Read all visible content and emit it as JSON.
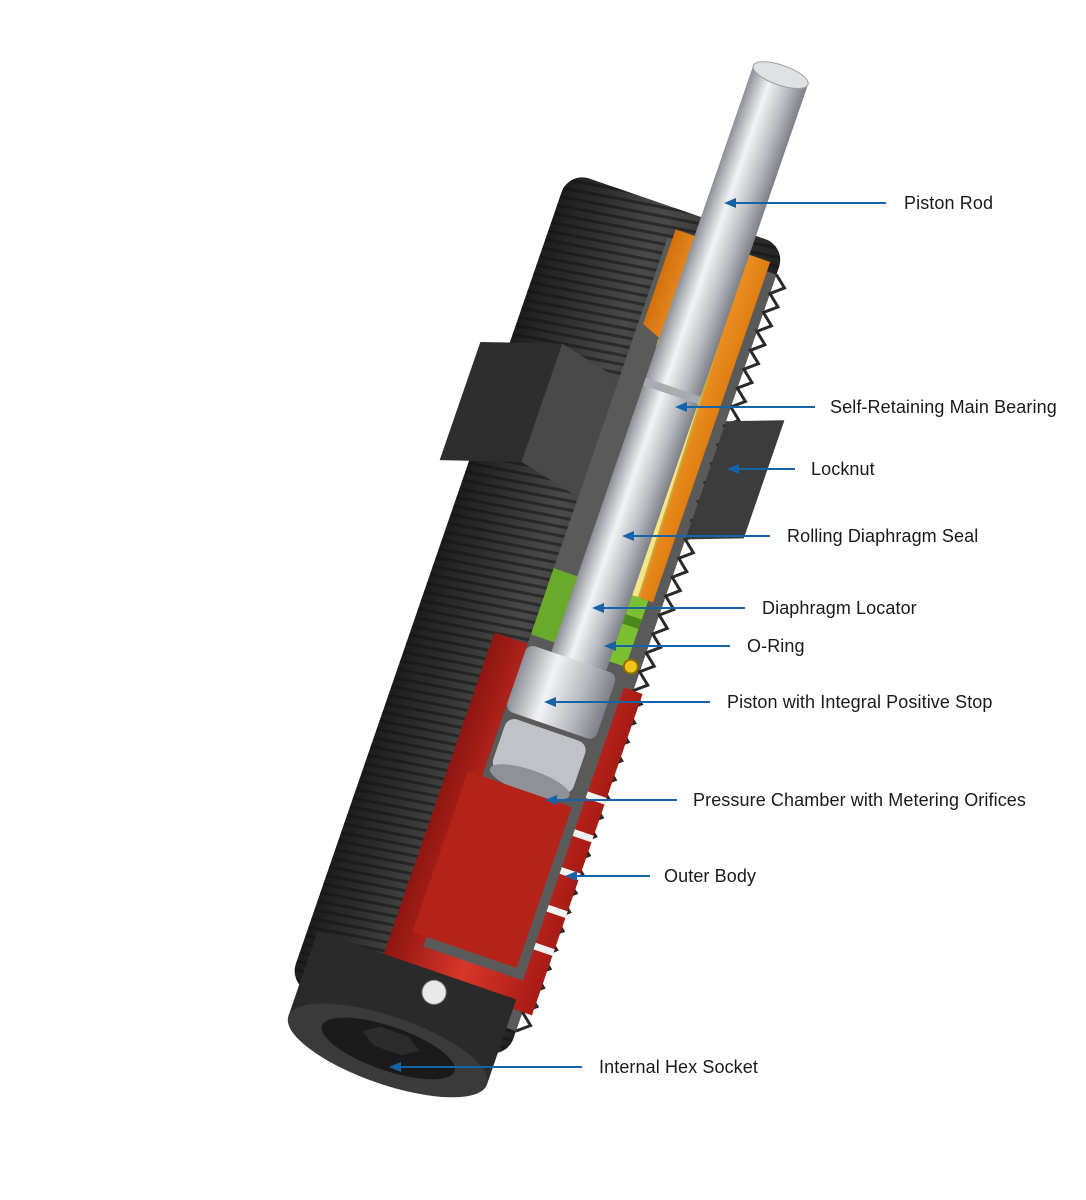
{
  "colors": {
    "leader": "#1763a8",
    "label_text": "#1a1a1a",
    "body_dark": "#3a3a3a",
    "bearing_orange": "#f08a12",
    "chamber_red": "#c8261c",
    "locator_green": "#6aaa2a",
    "seal_yellow": "#f3dc6a",
    "rod_silver": "#c9ccd1"
  },
  "labels": {
    "piston_rod": "Piston Rod",
    "main_bearing": "Self-Retaining Main Bearing",
    "locknut": "Locknut",
    "diaphragm_seal": "Rolling Diaphragm Seal",
    "diaphragm_locator": "Diaphragm Locator",
    "o_ring": "O-Ring",
    "piston_stop": "Piston with Integral Positive Stop",
    "pressure_chamber": "Pressure Chamber with Metering Orifices",
    "outer_body": "Outer Body",
    "hex_socket": "Internal Hex Socket"
  }
}
